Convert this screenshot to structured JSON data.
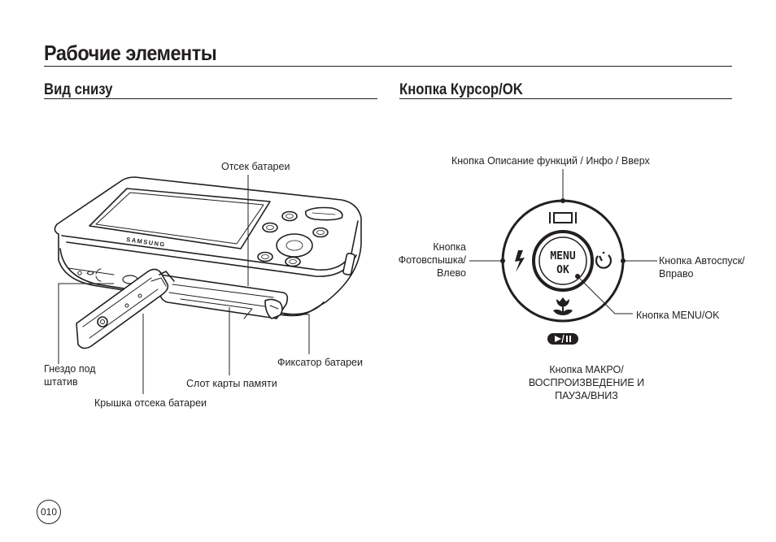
{
  "page": {
    "title": "Рабочие элементы",
    "page_number": "010"
  },
  "bottom_view": {
    "heading": "Вид снизу",
    "camera_brand": "SAMSUNG",
    "labels": {
      "battery_compartment": "Отсек батареи",
      "tripod_socket_line1": "Гнездо под",
      "tripod_socket_line2": "штатив",
      "battery_cover": "Крышка отсека батареи",
      "card_slot": "Слот карты памяти",
      "battery_latch": "Фиксатор батареи"
    }
  },
  "cursor_button": {
    "heading": "Кнопка Курсор/OK",
    "center_line1": "MENU",
    "center_line2": "OK",
    "labels": {
      "up": "Кнопка Описание функций / Инфо / Вверх",
      "left_line1": "Кнопка",
      "left_line2": "Фотовспышка/",
      "left_line3": "Влево",
      "right_line1": "Кнопка Автоспуск/",
      "right_line2": "Вправо",
      "menu_ok": "Кнопка MENU/OK",
      "down_line1": "Кнопка МАКРО/",
      "down_line2": "ВОСПРОИЗВЕДЕНИЕ И",
      "down_line3": "ПАУЗА/ВНИЗ"
    },
    "icons": {
      "up": "display-info-icon",
      "left": "flash-icon",
      "right": "self-timer-icon",
      "down": "macro-icon",
      "below_down": "play-pause-icon"
    }
  }
}
